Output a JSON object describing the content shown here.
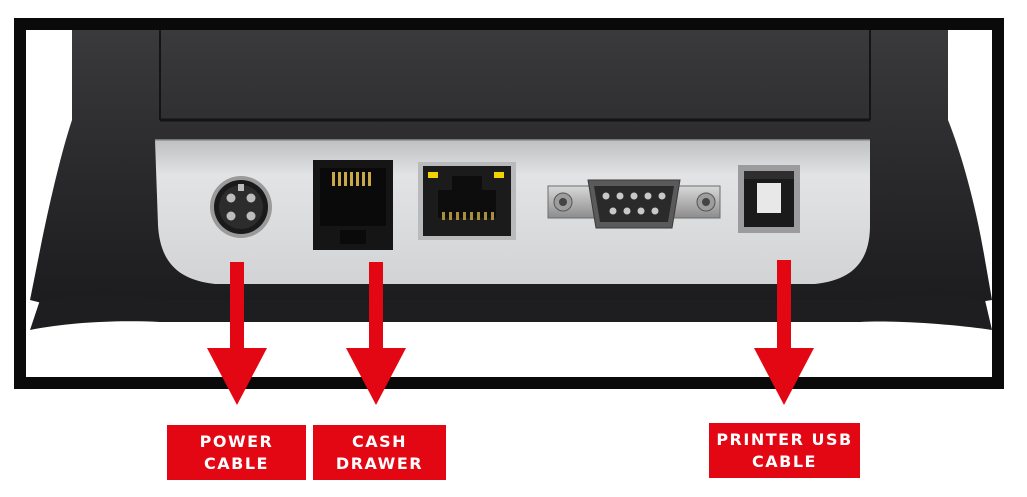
{
  "colors": {
    "frame": "#0a0a0a",
    "printer_body": "#2b2b2d",
    "port_panel": "#d6d7d9",
    "arrow_red": "#e30613",
    "label_bg": "#e30613",
    "label_text": "#ffffff"
  },
  "ports": [
    {
      "name": "power-port",
      "kind": "mini-din"
    },
    {
      "name": "cash-drawer-port",
      "kind": "rj11"
    },
    {
      "name": "ethernet-port",
      "kind": "rj45"
    },
    {
      "name": "serial-port",
      "kind": "db9"
    },
    {
      "name": "usb-b-port",
      "kind": "usb-b"
    }
  ],
  "labels": {
    "power": {
      "line1": "POWER",
      "line2": "CABLE"
    },
    "cash_drawer": {
      "line1": "CASH",
      "line2": "DRAWER"
    },
    "usb": {
      "line1": "PRINTER USB",
      "line2": "CABLE"
    }
  }
}
